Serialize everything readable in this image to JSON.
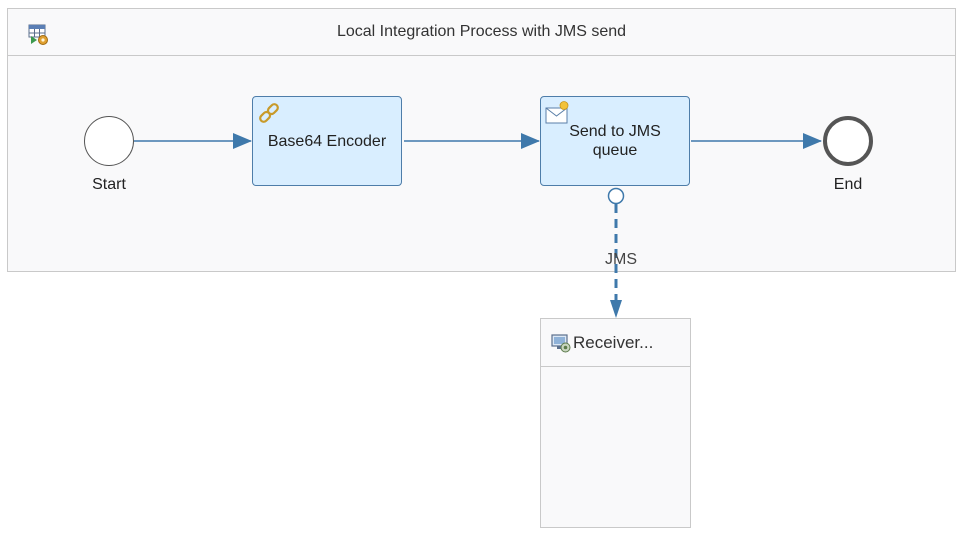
{
  "pool": {
    "title": "Local Integration Process with JMS send",
    "icon": "integration-process-icon"
  },
  "events": {
    "start_label": "Start",
    "end_label": "End"
  },
  "tasks": {
    "encoder": {
      "label": "Base64 Encoder",
      "icon": "converter-icon"
    },
    "send": {
      "label": "Send to JMS queue",
      "icon": "envelope-icon"
    }
  },
  "message_flow": {
    "label": "JMS"
  },
  "receiver": {
    "label": "Receiver...",
    "icon": "receiver-system-icon"
  },
  "colors": {
    "flow_line": "#3f79ab",
    "task_fill": "#d9eeff",
    "task_border": "#4e7da9",
    "pool_fill": "#f9f9fa",
    "pool_border": "#c9c9c9"
  }
}
